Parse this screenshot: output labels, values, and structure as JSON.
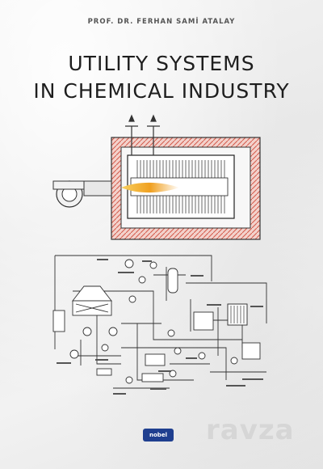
{
  "cover": {
    "author": "PROF. DR. FERHAN SAMİ ATALAY",
    "title_line1": "UTILITY SYSTEMS",
    "title_line2": "IN CHEMICAL INDUSTRY",
    "publisher_logo": "nobel",
    "watermark": "ravza"
  },
  "colors": {
    "brick": "#d35a4a",
    "flame": "#f0a020",
    "publisher_blue": "#1f3f8f",
    "ink": "#1e1e1e"
  }
}
